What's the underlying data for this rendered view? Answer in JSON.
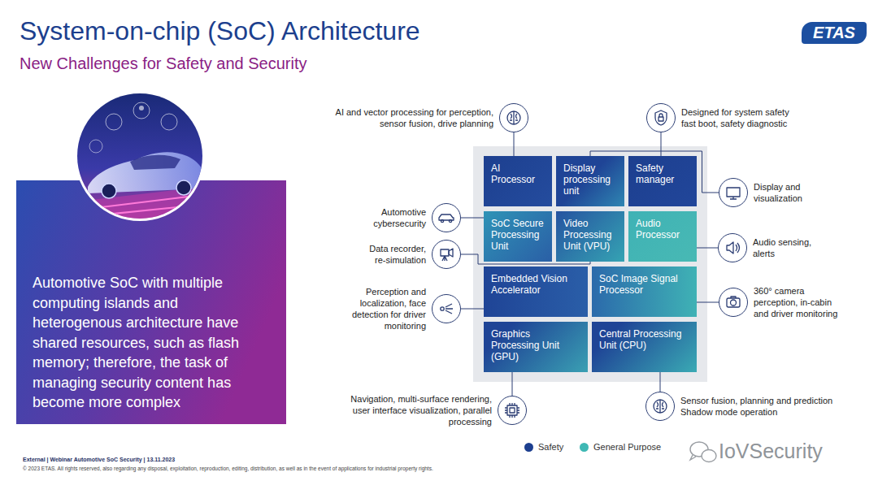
{
  "diagram": {
    "title": "System-on-chip (SoC) Architecture",
    "nodes": [
      {
        "text": [
          "Automotive SoC with multiple computing islands and heterogenous architecture have shared resources, such as flash memory; therefore, the task of managing security content has become more complex"
        ]
      },
      {
        "text": [
          "AI Processor"
        ]
      },
      {
        "text": [
          "Display processing unit"
        ]
      },
      {
        "text": [
          "Safety manager"
        ]
      },
      {
        "text": [
          "SoC Secure Processing Unit"
        ]
      },
      {
        "text": [
          "Video Processing Unit (VPU)"
        ]
      },
      {
        "text": [
          "Audio Processor"
        ]
      },
      {
        "text": [
          "Embedded Vision Accelerator"
        ]
      },
      {
        "text": [
          "SoC Image Signal Processor"
        ]
      },
      {
        "text": [
          "Graphics Processing Unit (GPU)"
        ]
      },
      {
        "text": [
          "Central Processing Unit (CPU)"
        ]
      },
      {
        "text": [
          "AI and vector processing for perception, sensor fusion, drive planning"
        ]
      },
      {
        "text": [
          "Designed for system safety fast boot, safety diagnostic"
        ]
      },
      {
        "text": [
          "Display and visualization"
        ]
      },
      {
        "text": [
          "Automotive cybersecurity"
        ]
      },
      {
        "text": [
          "Data recorder, re-simulation"
        ]
      },
      {
        "text": [
          "Audio sensing, alerts"
        ]
      },
      {
        "text": [
          "Perception and localization, face detection for driver monitoring"
        ]
      },
      {
        "text": [
          "360° camera perception, in-cabin and driver monitoring"
        ]
      },
      {
        "text": [
          "Navigation, multi-surface rendering, user interface visualization, parallel processing"
        ]
      },
      {
        "text": [
          "Sensor fusion, planning and prediction Shadow mode operation"
        ]
      }
    ],
    "edges": [
      {
        "from": 11,
        "to": 1,
        "arrow": "none"
      },
      {
        "from": 12,
        "to": 3,
        "arrow": "none"
      },
      {
        "from": 13,
        "to": 2,
        "arrow": "none"
      },
      {
        "from": 14,
        "to": 4,
        "arrow": "none"
      },
      {
        "from": 15,
        "to": 5,
        "arrow": "none"
      },
      {
        "from": 16,
        "to": 6,
        "arrow": "none"
      },
      {
        "from": 17,
        "to": 7,
        "arrow": "none"
      },
      {
        "from": 18,
        "to": 8,
        "arrow": "none"
      },
      {
        "from": 19,
        "to": 9,
        "arrow": "none"
      },
      {
        "from": 20,
        "to": 10,
        "arrow": "none"
      }
    ],
    "labels": [
      "New Challenges for Safety and Security",
      "ETAS",
      "External | Webinar Automotive SoC Security | 13.11.2023",
      "© 2023 ETAS. All rights reserved, also regarding any disposal, exploitation, reproduction, editing, distribution, as well as in the event of applications for industrial property rights.",
      "IoVSecurity"
    ],
    "legend": [
      {
        "text": "Safety",
        "color": "#1d3f8f"
      },
      {
        "text": "General Purpose",
        "color": "#3fb8b4"
      }
    ]
  }
}
